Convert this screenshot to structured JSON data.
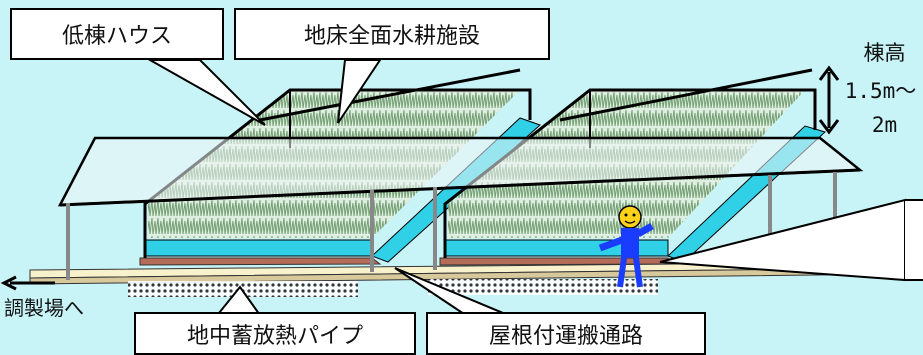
{
  "labels": {
    "low_house": "低棟ハウス",
    "floor_hydroponics": "地床全面水耕施設",
    "ridge_height_title": "棟高",
    "ridge_height_value": "1.5m〜",
    "ridge_height_value2": "2m",
    "to_prep_area": "調製場へ",
    "underground_pipe": "地中蓄放熱パイプ",
    "covered_path": "屋根付運搬通路"
  },
  "colors": {
    "background": "#c9f4f7",
    "water_channel": "#30d0e6",
    "soil_bed": "#b46b58",
    "path": "#f7f1cc",
    "roof_film": "#eef6f8",
    "plants": "#7fa57a",
    "worker_body": "#1a3cff",
    "worker_face": "#ffd21a"
  }
}
